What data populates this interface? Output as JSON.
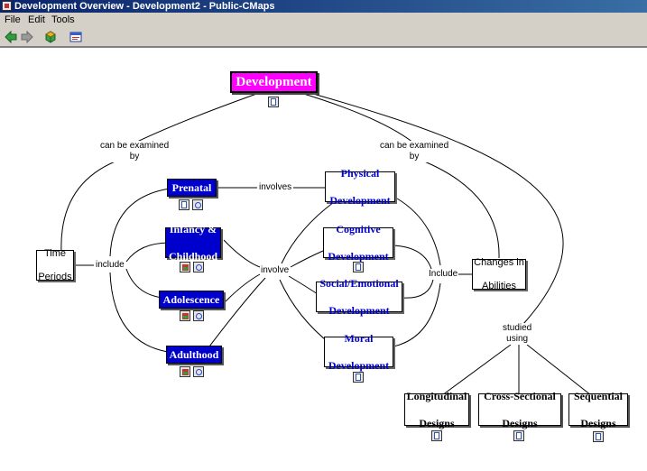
{
  "window": {
    "title": "Development Overview - Development2 - Public-CMaps"
  },
  "menubar": {
    "file": "File",
    "edit": "Edit",
    "tools": "Tools"
  },
  "toolbar": {
    "back": "arrow-left-icon",
    "forward": "arrow-right-icon",
    "view": "cube-icon",
    "window": "window-icon"
  },
  "colors": {
    "title_gradient_start": "#0a246a",
    "title_gradient_end": "#3a6ea5",
    "chrome": "#d4d0c8",
    "concept_blue": "#0000cc",
    "concept_magenta": "#ff00ff"
  },
  "concepts": {
    "development": "Development",
    "prenatal": "Prenatal",
    "infancy": [
      "Infancy &",
      "Childhood"
    ],
    "adolescence": "Adolescence",
    "adulthood": "Adulthood",
    "physical": [
      "Physical",
      "Development"
    ],
    "cognitive": [
      "Cognitive",
      "Development"
    ],
    "social": [
      "Social/Emotional",
      "Development"
    ],
    "moral": [
      "Moral",
      "Development"
    ],
    "time_periods": [
      "Time",
      "Periods"
    ],
    "changes": [
      "Changes in",
      "Abilities"
    ],
    "longitudinal": [
      "Longitudinal",
      "Designs"
    ],
    "cross_sectional": [
      "Cross-Sectional",
      "Designs"
    ],
    "sequential": [
      "Sequential",
      "Designs"
    ]
  },
  "links": {
    "examined_left": [
      "can be examined",
      "by"
    ],
    "examined_right": [
      "can be examined",
      "by"
    ],
    "include_left": "include",
    "involves": "involves",
    "involve": "involve",
    "include_right": "Include",
    "studied": [
      "studied",
      "using"
    ]
  }
}
